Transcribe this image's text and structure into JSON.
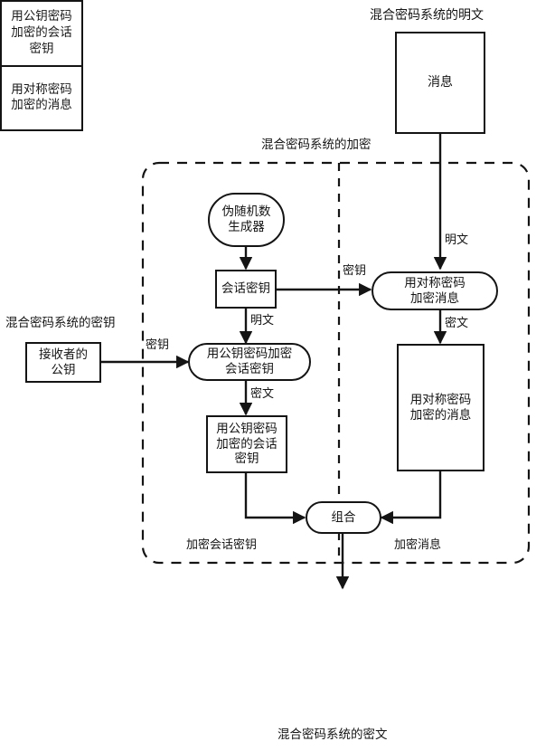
{
  "diagram": {
    "title_top": "混合密码系统的明文",
    "title_box": "混合密码系统的加密",
    "title_key": "混合密码系统的密钥",
    "caption_bottom": "混合密码系统的密文"
  },
  "nodes": {
    "message": "消息",
    "prng": "伪随机数\n生成器",
    "session_key": "会话密钥",
    "recipient_public_key": "接收者的\n公钥",
    "pk_encrypt_session_key": "用公钥密码加密\n会话密钥",
    "encrypted_session_key": "用公钥密码\n加密的会话\n密钥",
    "sym_encrypt_message": "用对称密码\n加密消息",
    "encrypted_message": "用对称密码\n加密的消息",
    "combine": "组合",
    "output_top": "用公钥密码\n加密的会话\n密钥",
    "output_bottom": "用对称密码\n加密的消息"
  },
  "edge_labels": {
    "plaintext_right": "明文",
    "key_left": "密钥",
    "key_right": "密钥",
    "plaintext_session": "明文",
    "ciphertext_session": "密文",
    "ciphertext_message": "密文",
    "encrypted_session_key_note": "加密会话密钥",
    "encrypted_message_note": "加密消息"
  },
  "colors": {
    "stroke": "#141414",
    "background": "#ffffff",
    "text": "#141414"
  }
}
